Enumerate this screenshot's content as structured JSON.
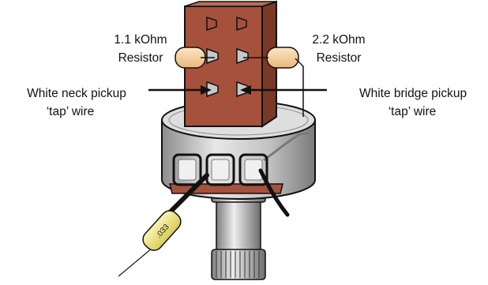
{
  "labels": {
    "resistor_left_value": "1.1 kOhm",
    "resistor_left_name": "Resistor",
    "resistor_right_value": "2.2 kOhm",
    "resistor_right_name": "Resistor",
    "neck_pickup_line1": "White neck pickup",
    "neck_pickup_line2": "‘tap’ wire",
    "bridge_pickup_line1": "White bridge pickup",
    "bridge_pickup_line2": "‘tap’ wire",
    "capacitor_value": ".033"
  },
  "colors": {
    "switch_body": "#a6513c",
    "resistor": "#f7d2a0",
    "capacitor": "#f2ea86",
    "pot_body": "#d4d4d4",
    "lug_tab": "#a6513c"
  }
}
